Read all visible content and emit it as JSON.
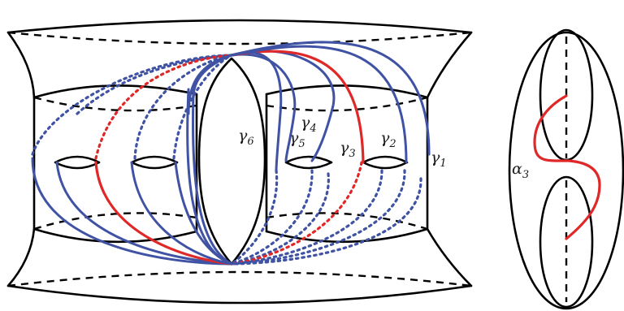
{
  "labels": {
    "gamma1": {
      "base": "γ",
      "sub": "1"
    },
    "gamma2": {
      "base": "γ",
      "sub": "2"
    },
    "gamma3": {
      "base": "γ",
      "sub": "3"
    },
    "gamma4": {
      "base": "γ",
      "sub": "4"
    },
    "gamma5": {
      "base": "γ",
      "sub": "5"
    },
    "gamma6": {
      "base": "γ",
      "sub": "6"
    },
    "alpha3": {
      "base": "α",
      "sub": "3"
    }
  },
  "colors": {
    "outline": "#000000",
    "curve_blue": "#3f52a3",
    "curve_red": "#e02828"
  }
}
